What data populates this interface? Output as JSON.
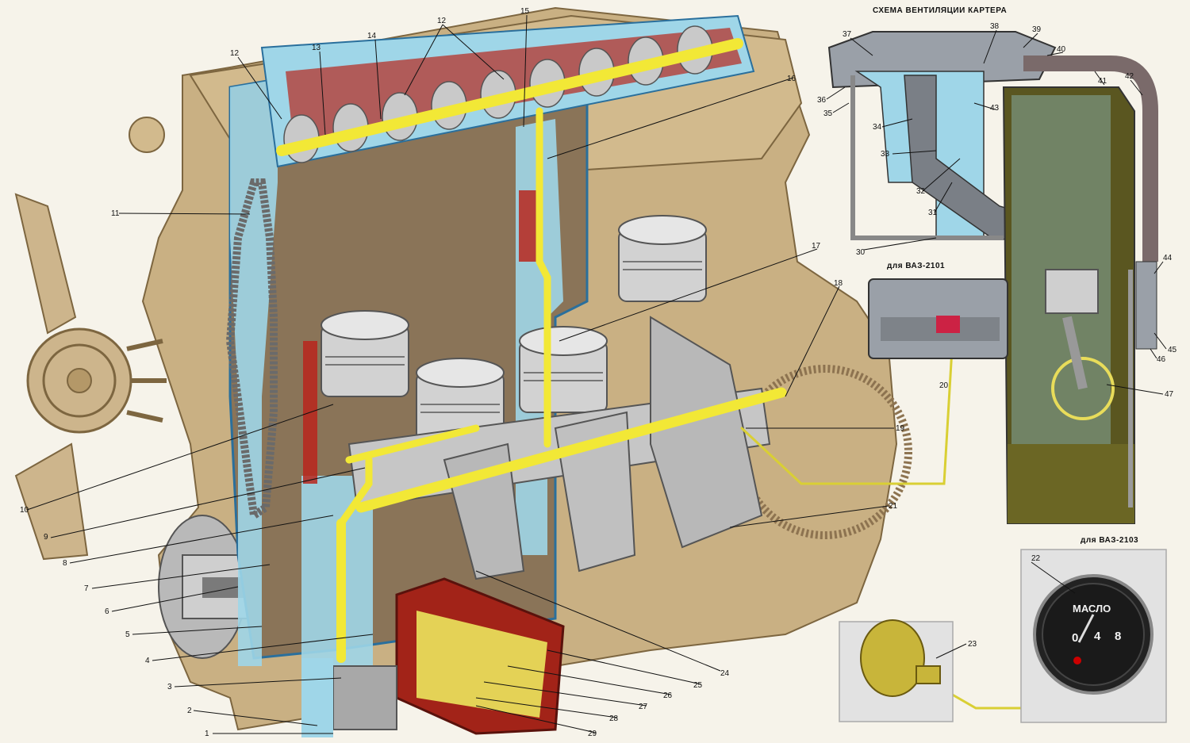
{
  "diagram": {
    "inset_title": "СХЕМА ВЕНТИЛЯЦИИ КАРТЕРА",
    "caption_2101": "для ВАЗ-2101",
    "caption_2103": "для ВАЗ-2103",
    "gauge": {
      "word": "МАСЛО",
      "scale": [
        "0",
        "4",
        "8"
      ]
    },
    "labels": [
      "1",
      "2",
      "3",
      "4",
      "5",
      "6",
      "7",
      "8",
      "9",
      "10",
      "11",
      "12",
      "12",
      "13",
      "14",
      "15",
      "16",
      "17",
      "18",
      "19",
      "20",
      "21",
      "22",
      "23",
      "24",
      "25",
      "26",
      "27",
      "28",
      "29",
      "30",
      "31",
      "32",
      "33",
      "34",
      "35",
      "36",
      "37",
      "38",
      "39",
      "40",
      "41",
      "42",
      "43",
      "44",
      "45",
      "46",
      "47"
    ],
    "colors": {
      "oil": "#f2e836",
      "coolant": "#9fd6e8",
      "block": "#c9b083",
      "inner": "#8a7458",
      "sump": "#5a5620",
      "red": "#b8261c"
    }
  }
}
